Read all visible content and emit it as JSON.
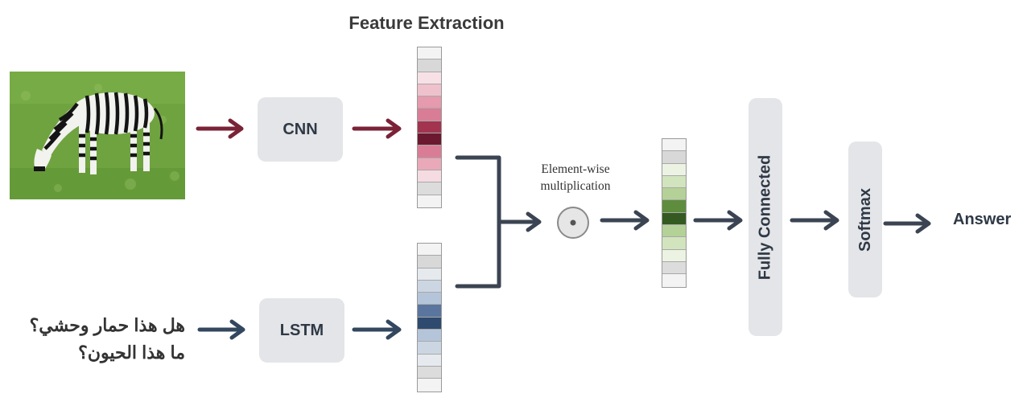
{
  "title": "Feature Extraction",
  "question": {
    "line1": "هل هذا حمار وحشي؟",
    "line2": "ما هذا الحيون؟"
  },
  "blocks": {
    "cnn": "CNN",
    "lstm": "LSTM",
    "fully_connected": "Fully Connected",
    "softmax": "Softmax"
  },
  "operation": {
    "line1": "Element-wise",
    "line2": "multiplication",
    "symbol": "⊙"
  },
  "answer": "Answer",
  "colors": {
    "image_arrow": "#7a2336",
    "text_arrow": "#33475f",
    "flow_arrow": "#3b4452",
    "block_fill": "#e4e5e8",
    "image_vector": [
      "#f3f3f3",
      "#d8d8d8",
      "#f7e1e6",
      "#efc1cc",
      "#e59aad",
      "#d97d96",
      "#a3344f",
      "#6b1930",
      "#d97d96",
      "#e9a9b9",
      "#f5dbe2",
      "#dcdcdc",
      "#f3f3f3"
    ],
    "text_vector": [
      "#f3f3f3",
      "#d8d8d8",
      "#e6eaef",
      "#ccd6e3",
      "#b5c5d9",
      "#5a769e",
      "#2e4a6e",
      "#b5c5d9",
      "#ccd6e3",
      "#e6eaef",
      "#dcdcdc",
      "#f3f3f3"
    ],
    "fused_vector": [
      "#f3f3f3",
      "#d8d8d8",
      "#ecf3e2",
      "#d2e4bd",
      "#b4d197",
      "#5f8d3e",
      "#345a22",
      "#b4d197",
      "#d2e4bd",
      "#ecf3e2",
      "#dcdcdc",
      "#f3f3f3"
    ]
  }
}
